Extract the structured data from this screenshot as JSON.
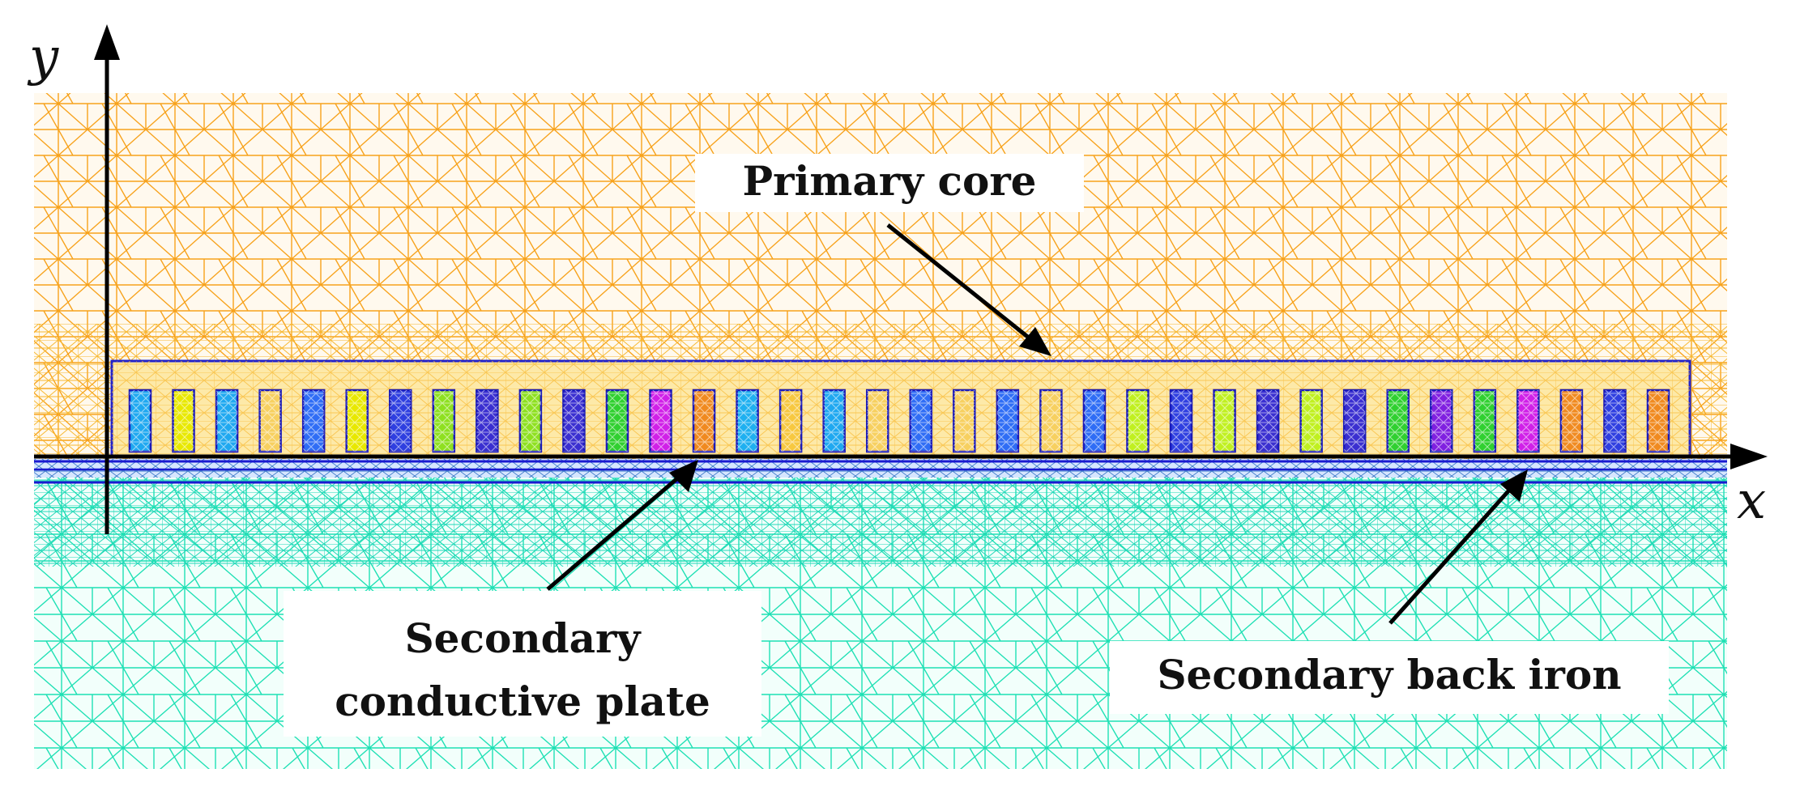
{
  "axes": {
    "x_label": "x",
    "y_label": "y"
  },
  "regions": [
    {
      "name": "air-primary",
      "color": "#f7a21b"
    },
    {
      "name": "air-secondary",
      "color": "#1ee0b4"
    }
  ],
  "slot_colors": [
    "#1fa8f0",
    "#e8e800",
    "#1fa8f0",
    "#f7d060",
    "#2f6df5",
    "#e8e800",
    "#2f3fe0",
    "#8ee020",
    "#3a2fd0",
    "#8ee020",
    "#3a2fd0",
    "#30d030",
    "#d020e8",
    "#f08a20",
    "#1fb0f0",
    "#f7c840",
    "#1fa8f0",
    "#f7d060",
    "#2f6df5",
    "#f7d060",
    "#2f6df5",
    "#f7d060",
    "#2f6df5",
    "#c0f020",
    "#2f3fe0",
    "#c0f020",
    "#3a2fd0",
    "#c0f020",
    "#3a2fd0",
    "#30d030",
    "#8020e0",
    "#30d030",
    "#d020e8",
    "#f08a20",
    "#2f3fe0",
    "#f08a20"
  ],
  "labels": {
    "primary_core": "Primary core",
    "conductive_plate_line1": "Secondary",
    "conductive_plate_line2": "conductive plate",
    "back_iron": "Secondary back iron"
  }
}
